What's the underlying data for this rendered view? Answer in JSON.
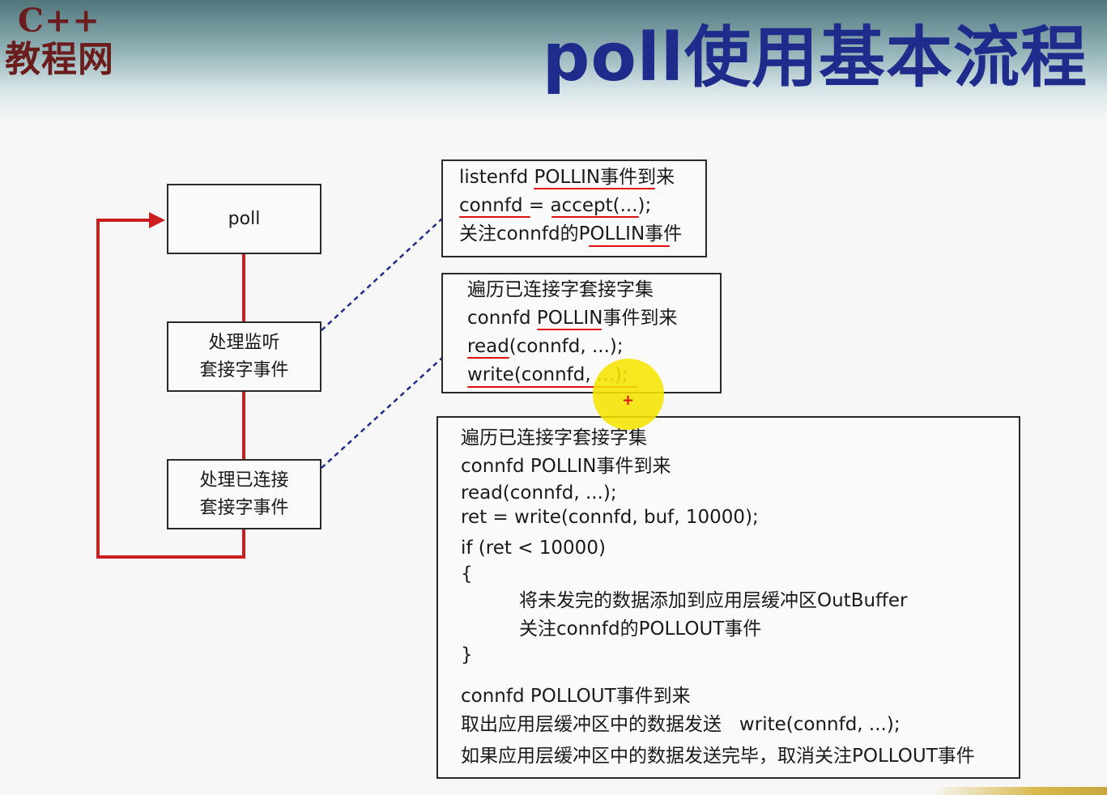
{
  "logo": {
    "line1": "C++",
    "line2": "教程网"
  },
  "title": "poll使用基本流程",
  "flow": {
    "poll": "poll",
    "listen": [
      "处理监听",
      "套接字事件"
    ],
    "connected": [
      "处理已连接",
      "套接字事件"
    ]
  },
  "box1": [
    "listenfd POLLIN事件到来",
    "connfd = accept(...);",
    "关注connfd的POLLIN事件"
  ],
  "box2": [
    "遍历已连接字套接字集",
    "connfd POLLIN事件到来",
    "read(connfd, ...);",
    "write(connfd, ...);"
  ],
  "box3": {
    "lines": [
      "遍历已连接字套接字集",
      "connfd POLLIN事件到来",
      "read(connfd, ...);",
      "ret = write(connfd, buf, 10000);",
      "if (ret < 10000)",
      "{",
      "将未发完的数据添加到应用层缓冲区OutBuffer",
      "关注connfd的POLLOUT事件",
      "}",
      "connfd POLLOUT事件到来",
      "取出应用层缓冲区中的数据发送   write(connfd, ...);",
      "如果应用层缓冲区中的数据发送完毕，取消关注POLLOUT事件"
    ]
  },
  "colors": {
    "loop": "#cc1e1e",
    "title": "#1f2c8c",
    "logo": "#6b1c1c",
    "connector": "#1f2c8c",
    "highlight": "#f6e400"
  }
}
